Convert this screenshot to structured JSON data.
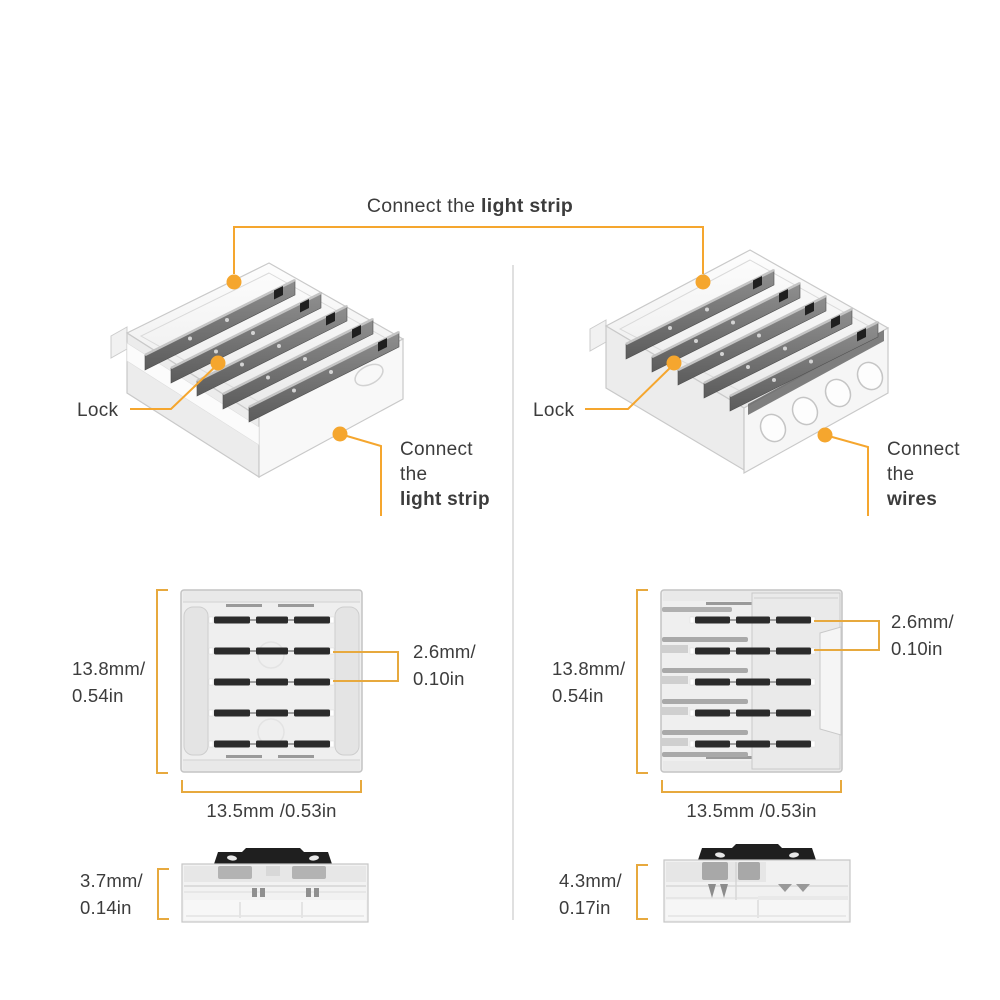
{
  "colors": {
    "accent": "#F5A62E",
    "bracket": "#E7A93E",
    "text": "#3C3C3C",
    "divider": "#E0E0E0",
    "slot_dark": "#2B2B2B",
    "clip_black": "#1F1F1F"
  },
  "header": {
    "prefix": "Connect the ",
    "bold": "light strip"
  },
  "panels": {
    "left": {
      "lock": "Lock",
      "callout": {
        "line1": "Connect",
        "line2": "the",
        "bold": "light strip"
      },
      "dims": {
        "height_line1": "13.8mm/",
        "height_line2": "0.54in",
        "pitch_line1": "2.6mm/",
        "pitch_line2": "0.10in",
        "width": "13.5mm /0.53in",
        "thickness_line1": "3.7mm/",
        "thickness_line2": "0.14in"
      }
    },
    "right": {
      "lock": "Lock",
      "callout": {
        "line1": "Connect",
        "line2": "the",
        "bold": "wires"
      },
      "dims": {
        "height_line1": "13.8mm/",
        "height_line2": "0.54in",
        "pitch_line1": "2.6mm/",
        "pitch_line2": "0.10in",
        "width": "13.5mm /0.53in",
        "thickness_line1": "4.3mm/",
        "thickness_line2": "0.17in"
      }
    }
  }
}
